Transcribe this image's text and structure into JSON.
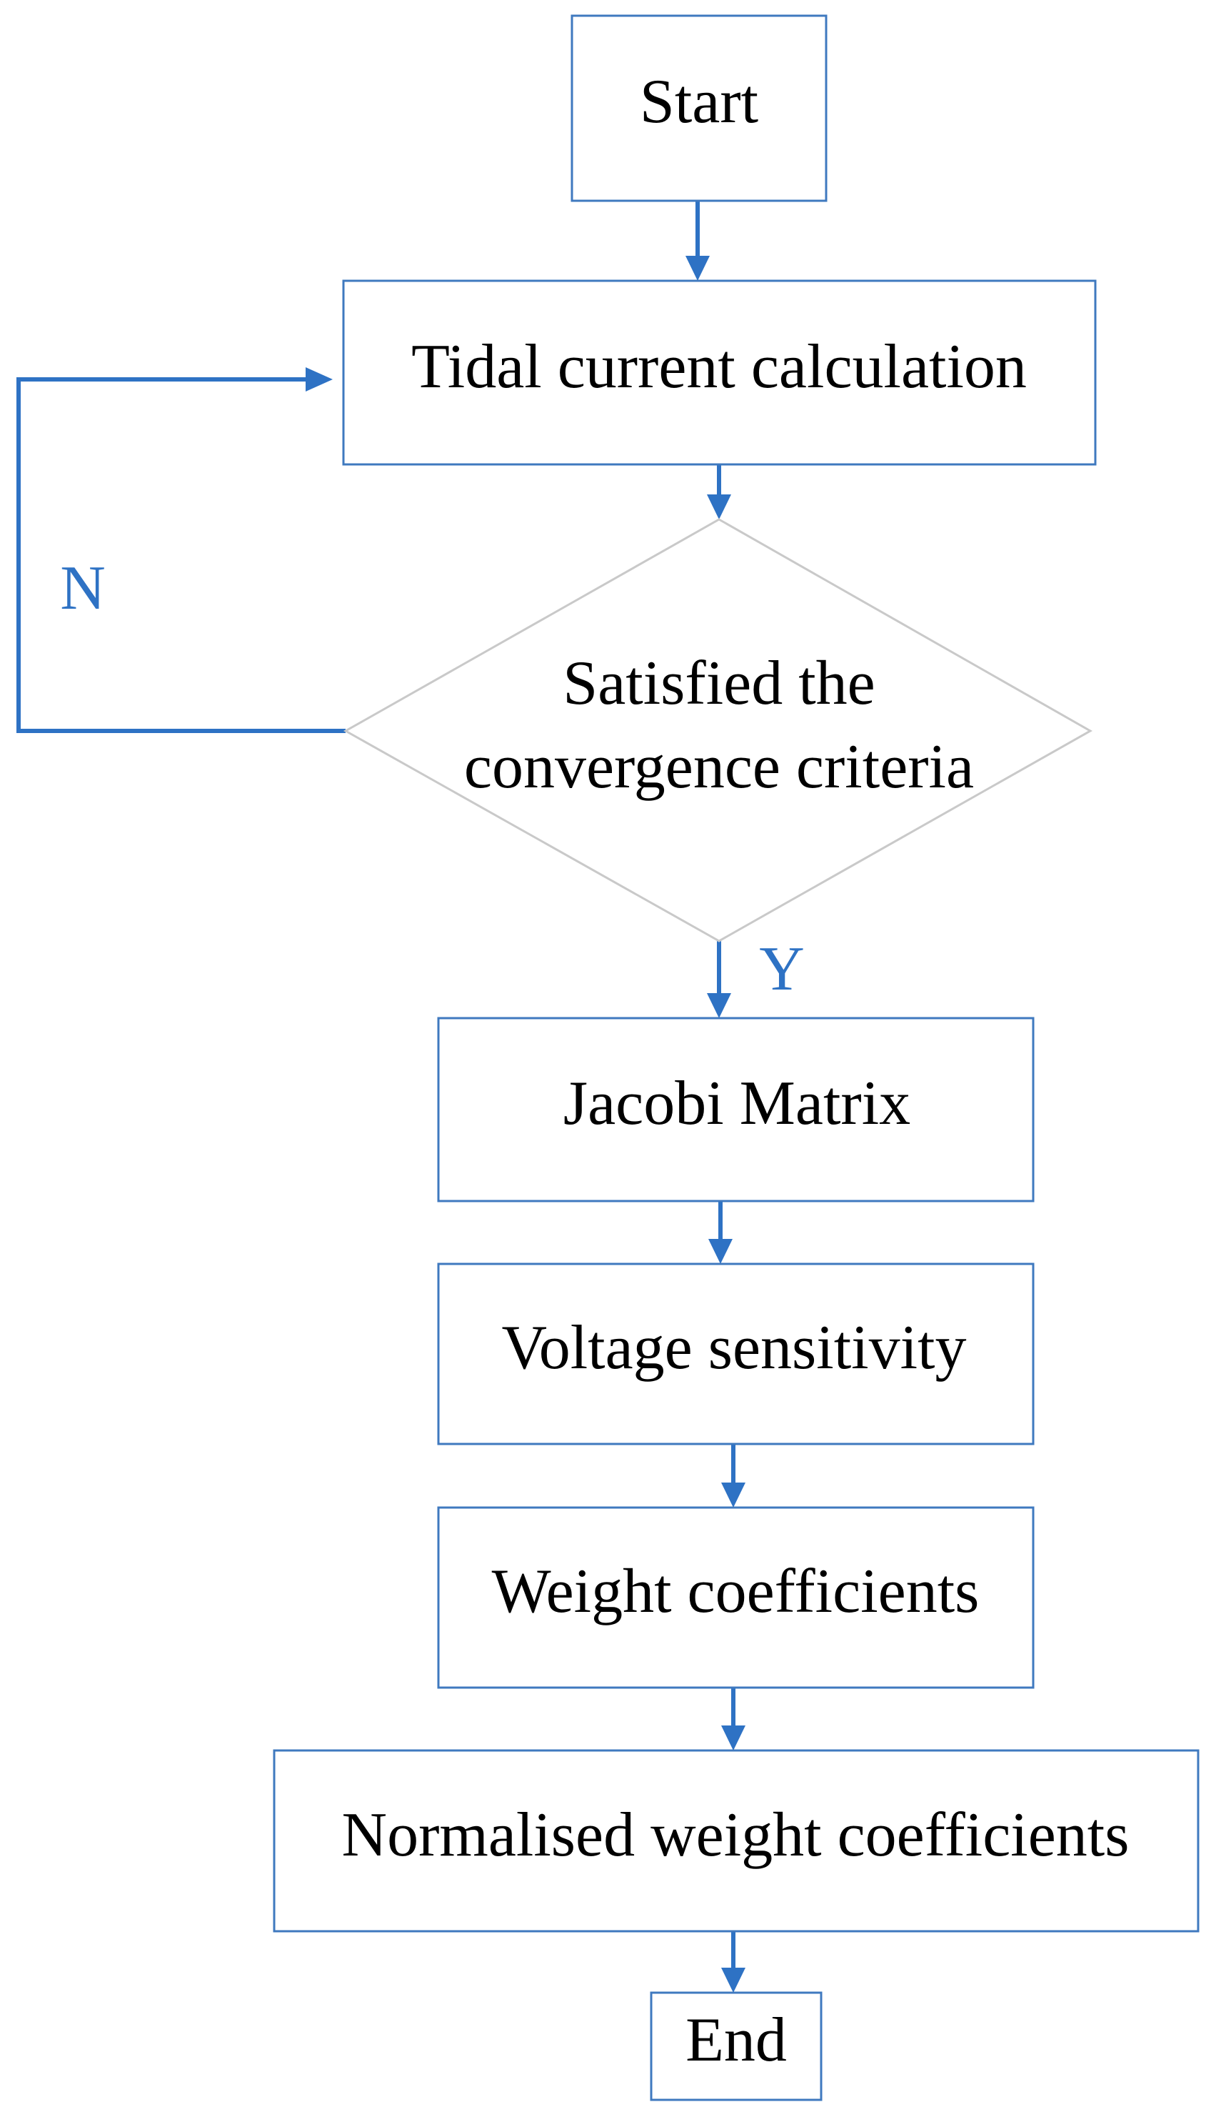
{
  "flowchart": {
    "nodes": {
      "start": "Start",
      "tidal": "Tidal current calculation",
      "decision_line1": "Satisfied the",
      "decision_line2": "convergence criteria",
      "jacobi": "Jacobi Matrix",
      "voltage": "Voltage sensitivity",
      "weight": "Weight coefficients",
      "normalised": "Normalised weight coefficients",
      "end": "End"
    },
    "edge_labels": {
      "no": "N",
      "yes": "Y"
    },
    "colors": {
      "arrow": "#2E72C4",
      "box_border": "#3F79BF",
      "decision_border": "#C9C9C9",
      "text": "#000000"
    }
  }
}
